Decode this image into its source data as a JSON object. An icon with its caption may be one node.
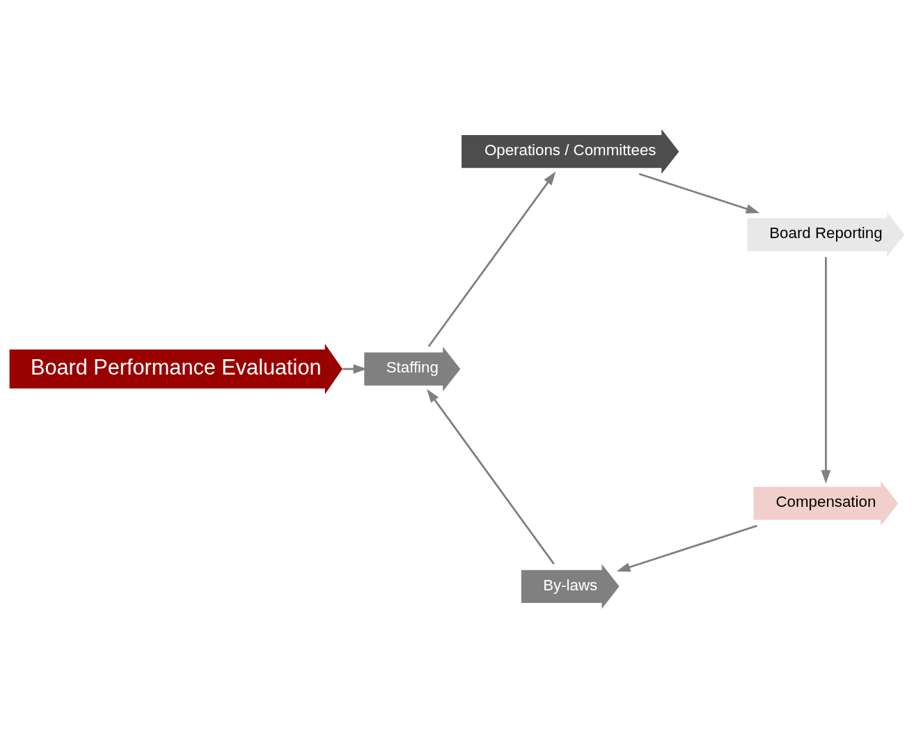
{
  "diagram": {
    "nodes": [
      {
        "text": [
          "Board Performance Evaluation"
        ]
      },
      {
        "text": [
          "Staffing"
        ]
      },
      {
        "text": [
          "Operations / Committees"
        ]
      },
      {
        "text": [
          "Board Reporting"
        ]
      },
      {
        "text": [
          "Compensation"
        ]
      },
      {
        "text": [
          "By-laws"
        ]
      }
    ],
    "edges": [
      {
        "from": 0,
        "to": 1,
        "arrow": "to"
      },
      {
        "from": 1,
        "to": 2,
        "arrow": "to"
      },
      {
        "from": 2,
        "to": 3,
        "arrow": "to"
      },
      {
        "from": 3,
        "to": 4,
        "arrow": "to"
      },
      {
        "from": 4,
        "to": 5,
        "arrow": "to"
      },
      {
        "from": 5,
        "to": 1,
        "arrow": "to"
      }
    ]
  }
}
